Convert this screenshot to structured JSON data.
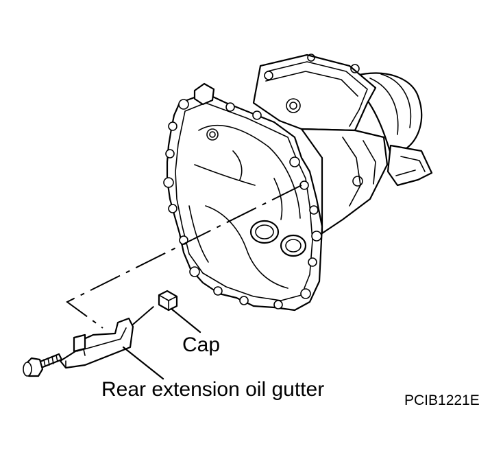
{
  "labels": {
    "cap": "Cap",
    "rear_extension_oil_gutter": "Rear extension oil gutter",
    "figure_code": "PCIB1221E"
  }
}
